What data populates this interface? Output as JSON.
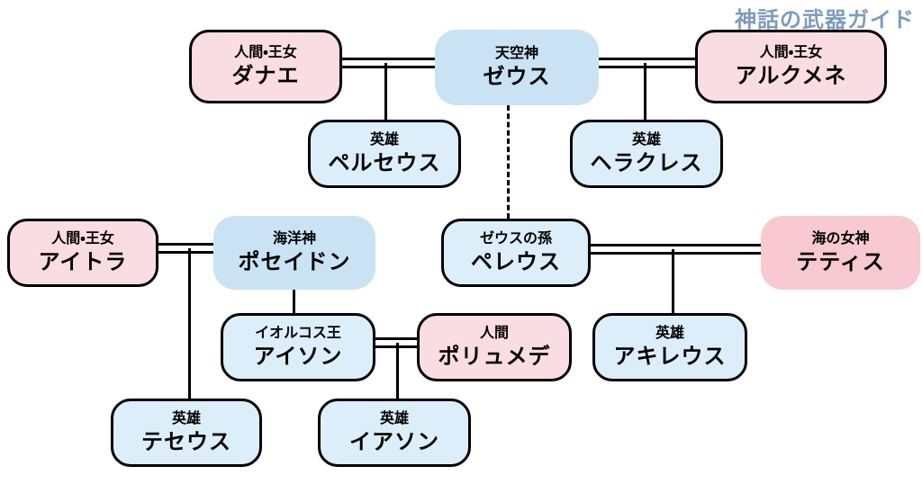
{
  "title": "神話の武器ガイド",
  "colors": {
    "title_text": "#7d9cbd",
    "human_pink_fill": "#fadde2",
    "goddess_pink_fill": "#f8c9d0",
    "god_blue_fill": "#c9e3f4",
    "hero_blue_fill": "#dceefa",
    "node_border": "#000000",
    "connector_line": "#000000"
  },
  "nodes": [
    {
      "id": "danae",
      "role": "人間・王女",
      "name": "ダナエ",
      "kind": "human-pink"
    },
    {
      "id": "zeus",
      "role": "天空神",
      "name": "ゼウス",
      "kind": "god-blue"
    },
    {
      "id": "alcmene",
      "role": "人間・王女",
      "name": "アルクメネ",
      "kind": "human-pink"
    },
    {
      "id": "perseus",
      "role": "英雄",
      "name": "ペルセウス",
      "kind": "hero-blue"
    },
    {
      "id": "heracles",
      "role": "英雄",
      "name": "ヘラクレス",
      "kind": "hero-blue"
    },
    {
      "id": "aethra",
      "role": "人間・王女",
      "name": "アイトラ",
      "kind": "human-pink"
    },
    {
      "id": "poseidon",
      "role": "海洋神",
      "name": "ポセイドン",
      "kind": "god-blue"
    },
    {
      "id": "peleus",
      "role": "ゼウスの孫",
      "name": "ペレウス",
      "kind": "hero-blue"
    },
    {
      "id": "thetis",
      "role": "海の女神",
      "name": "テティス",
      "kind": "god-pink"
    },
    {
      "id": "aeson",
      "role": "イオルコス王",
      "name": "アイソン",
      "kind": "hero-blue"
    },
    {
      "id": "polymede",
      "role": "人間",
      "name": "ポリュメデ",
      "kind": "human-pink"
    },
    {
      "id": "achilles",
      "role": "英雄",
      "name": "アキレウス",
      "kind": "hero-blue"
    },
    {
      "id": "theseus",
      "role": "英雄",
      "name": "テセウス",
      "kind": "hero-blue"
    },
    {
      "id": "jason",
      "role": "英雄",
      "name": "イアソン",
      "kind": "hero-blue"
    }
  ],
  "connections": [
    {
      "type": "marriage",
      "between": [
        "ダナエ",
        "ゼウス"
      ],
      "child": "ペルセウス"
    },
    {
      "type": "marriage",
      "between": [
        "ゼウス",
        "アルクメネ"
      ],
      "child": "ヘラクレス"
    },
    {
      "type": "dashed-descent",
      "from": "ゼウス",
      "to": "ペレウス"
    },
    {
      "type": "marriage",
      "between": [
        "アイトラ",
        "ポセイドン"
      ],
      "child": "テセウス"
    },
    {
      "type": "descent",
      "from": "ポセイドン",
      "to": "アイソン"
    },
    {
      "type": "marriage",
      "between": [
        "アイソン",
        "ポリュメデ"
      ],
      "child": "イアソン"
    },
    {
      "type": "marriage",
      "between": [
        "ペレウス",
        "テティス"
      ],
      "child": "アキレウス"
    }
  ]
}
